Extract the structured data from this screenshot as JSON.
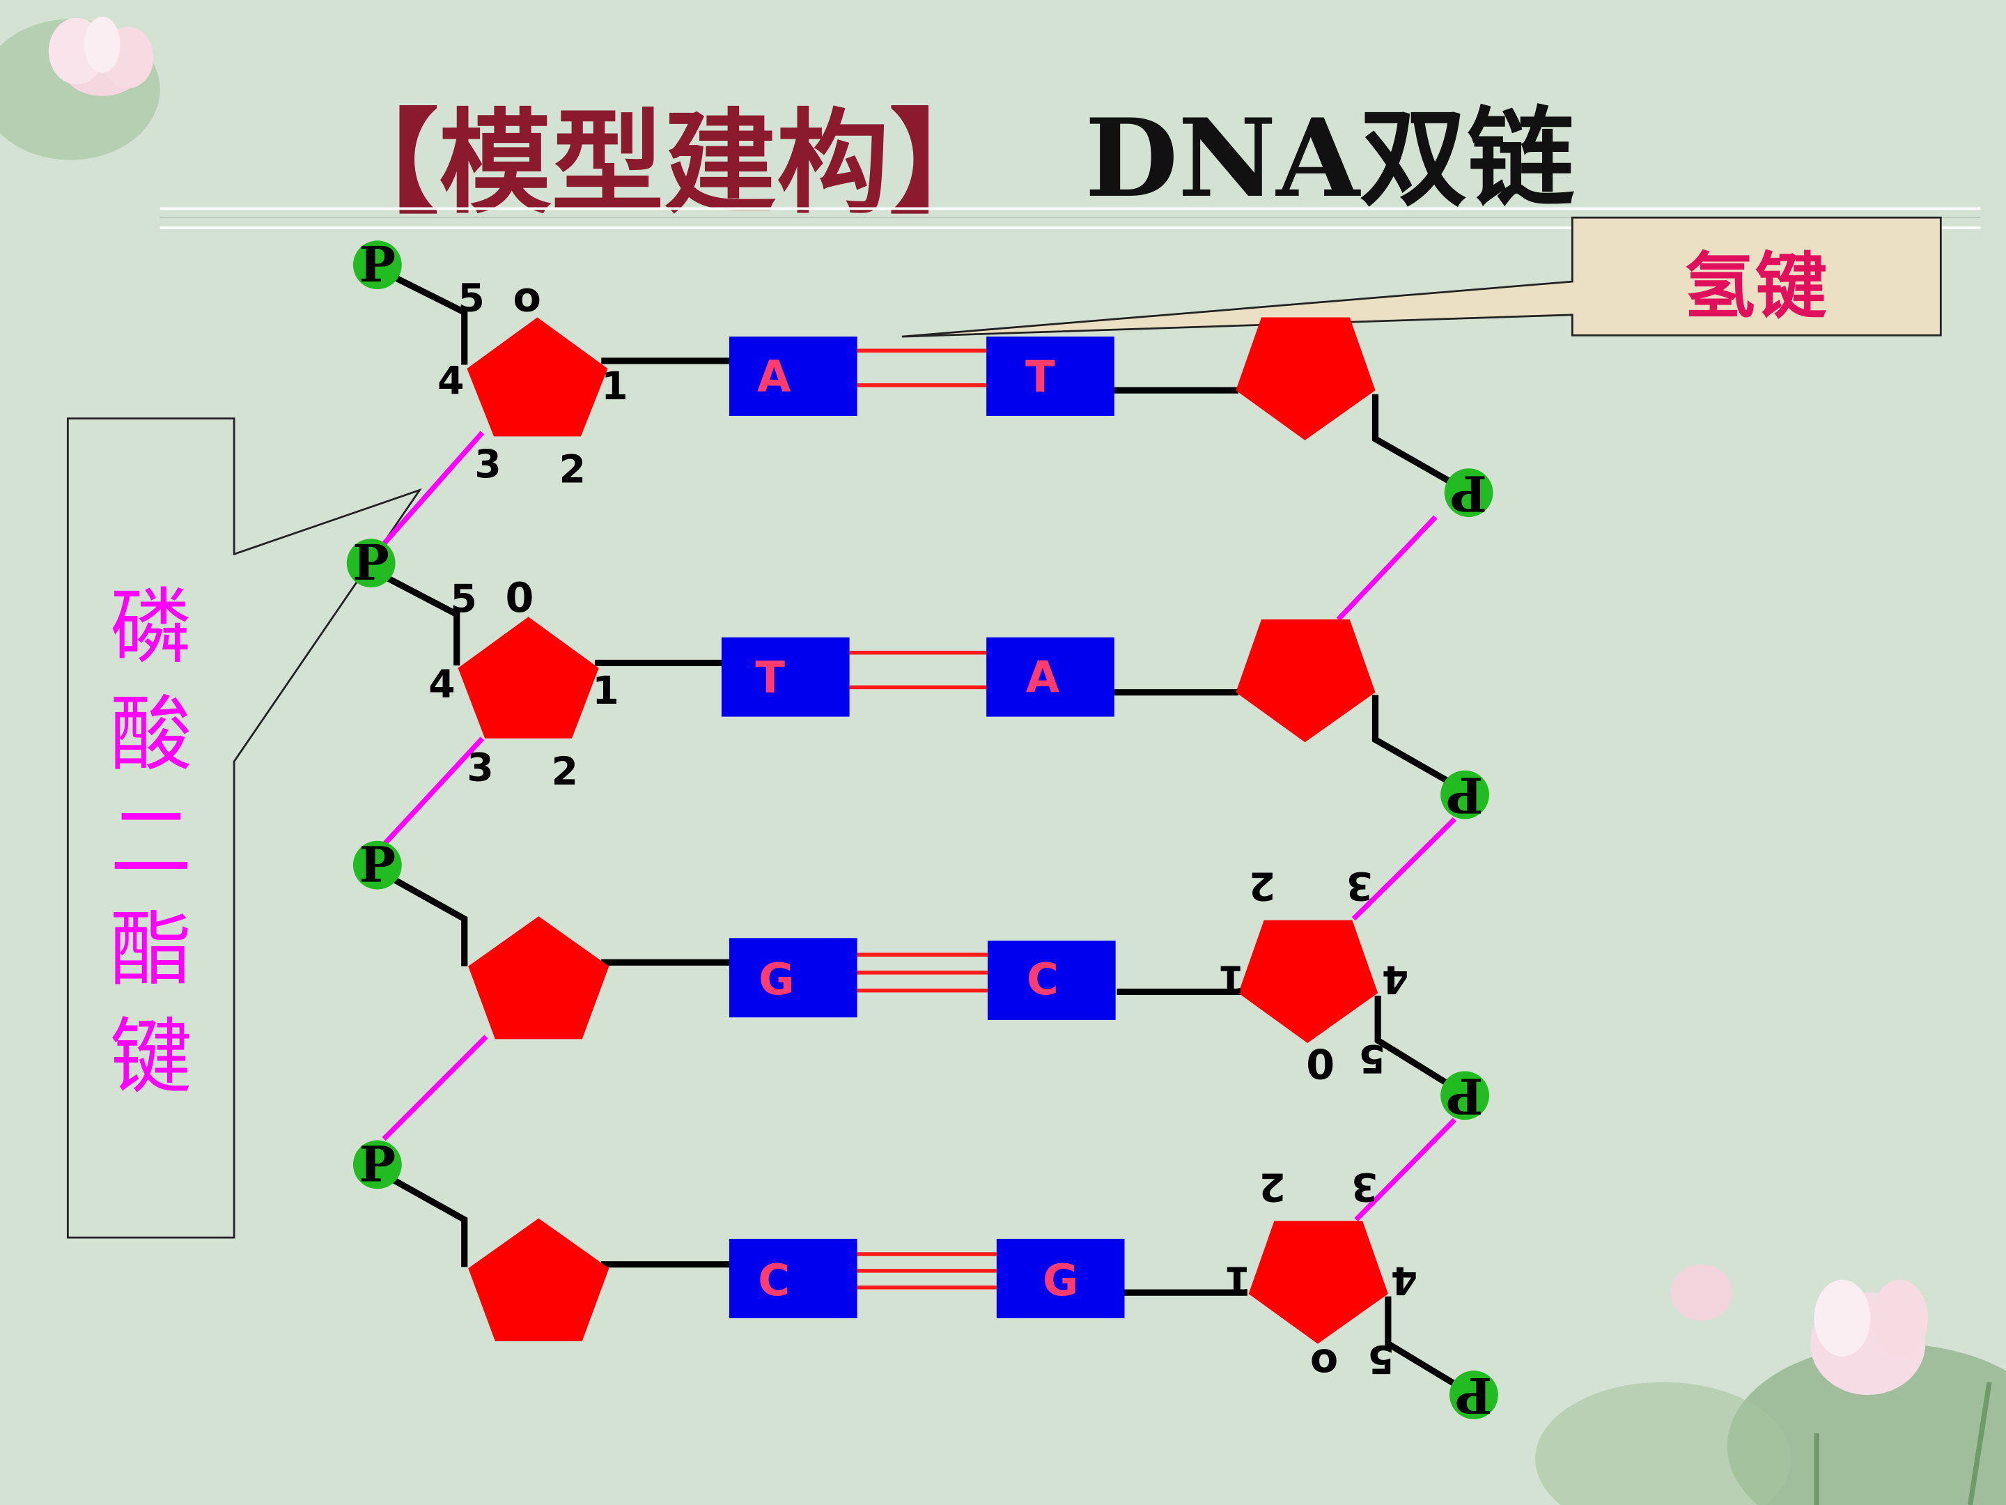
{
  "title": {
    "bracket_text": "【模型建构】",
    "main_text": "DNA双链"
  },
  "callouts": {
    "hydrogen_bond": "氢键",
    "phosphodiester": [
      "磷",
      "酸",
      "二",
      "酯",
      "键"
    ]
  },
  "labels": {
    "phosphate": "P",
    "carbon_5": "5",
    "carbon_4": "4",
    "carbon_3": "3",
    "carbon_2": "2",
    "carbon_1": "1",
    "oxygen_o": "o",
    "oxygen_0": "0"
  },
  "base_pairs": [
    {
      "left": "A",
      "right": "T",
      "hydrogen_bonds": 2
    },
    {
      "left": "T",
      "right": "A",
      "hydrogen_bonds": 2
    },
    {
      "left": "G",
      "right": "C",
      "hydrogen_bonds": 3
    },
    {
      "left": "C",
      "right": "G",
      "hydrogen_bonds": 3
    }
  ],
  "colors": {
    "background": "#d4e2d4",
    "title_bracket": "#8b1a2e",
    "title_main": "#111111",
    "sugar": "#ff0000",
    "base_box": "#0000ee",
    "base_text": "#ff3c6e",
    "hydrogen_bond_line": "#ff1a1a",
    "phosphodiester_line": "#ff00ff",
    "backbone_line": "#000000",
    "phosphate_fill": "#22bb22",
    "callout_hydrogen_fill": "#ece0c4",
    "callout_hydrogen_text": "#e0105c",
    "callout_phospho_text": "#ff00ff"
  }
}
